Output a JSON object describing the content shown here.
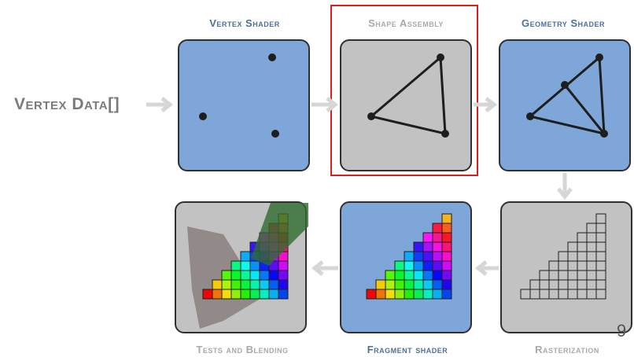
{
  "input_label": "Vertex Data[]",
  "stages": [
    {
      "id": "vertex-shader",
      "label": "Vertex Shader"
    },
    {
      "id": "shape-assembly",
      "label": "Shape Assembly"
    },
    {
      "id": "geometry-shader",
      "label": "Geometry Shader"
    },
    {
      "id": "rasterization",
      "label": "Rasterization"
    },
    {
      "id": "fragment-shader",
      "label": "Fragment shader"
    },
    {
      "id": "tests-blending",
      "label": "Tests and Blending"
    }
  ],
  "highlighted_stage": "shape-assembly",
  "page_number": "9",
  "colors": {
    "programmable": "#7fa6d9",
    "fixed": "#c2c2c2",
    "highlight": "#e01b1b",
    "arrow": "#d6d6d6",
    "label_blue": "#4f6f9e",
    "label_gray": "#a9a9a9"
  }
}
